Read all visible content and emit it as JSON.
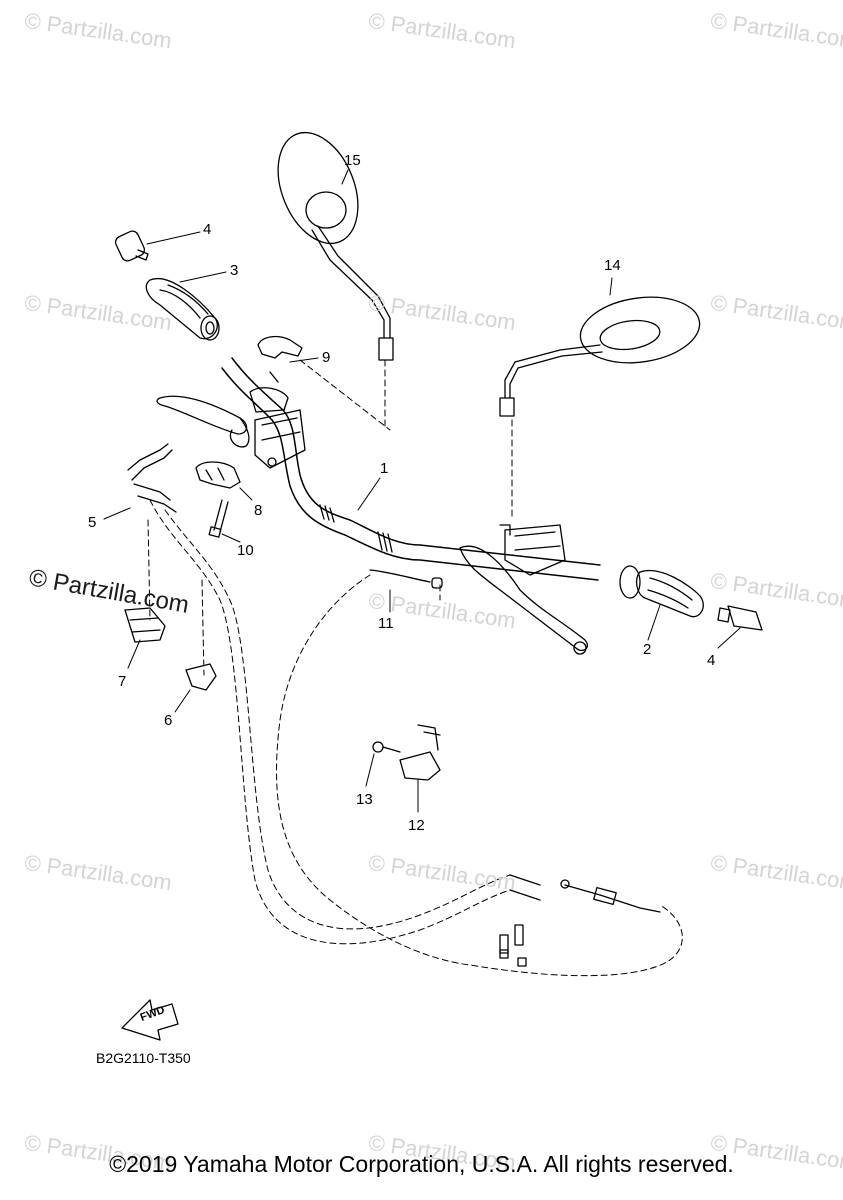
{
  "watermark": "© Partzilla.com",
  "callouts": {
    "c1": "1",
    "c2": "2",
    "c3": "3",
    "c4a": "4",
    "c4b": "4",
    "c5": "5",
    "c6": "6",
    "c7": "7",
    "c8": "8",
    "c9": "9",
    "c10": "10",
    "c11": "11",
    "c12": "12",
    "c13": "13",
    "c14": "14",
    "c15": "15"
  },
  "fwd_label": "FWD",
  "diagram_code": "B2G2110-T350",
  "copyright": "©2019 Yamaha Motor Corporation, U.S.A. All rights reserved."
}
